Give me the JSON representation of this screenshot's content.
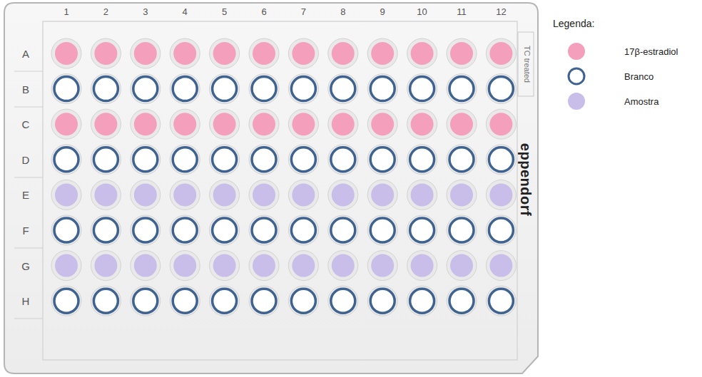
{
  "diagram": {
    "labels": [
      "1",
      "2",
      "3",
      "4",
      "5",
      "6",
      "7",
      "8",
      "9",
      "10",
      "11",
      "12",
      "A",
      "B",
      "C",
      "D",
      "E",
      "F",
      "G",
      "H",
      "TC treated",
      "eppendorf",
      "Legenda:"
    ],
    "legend": [
      {
        "text": "17β-estradiol",
        "color": "#f4a0bd"
      },
      {
        "text": "Branco"
      },
      {
        "text": "Amostra",
        "color": "#c9bde9"
      }
    ]
  }
}
